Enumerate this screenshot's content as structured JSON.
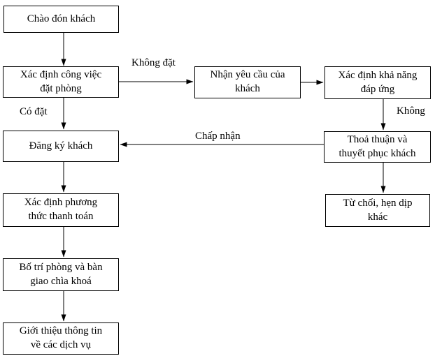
{
  "diagram": {
    "type": "flowchart",
    "language": "vi",
    "colors": {
      "background": "#ffffff",
      "border": "#000000",
      "text": "#000000",
      "arrow": "#000000"
    },
    "nodes": [
      {
        "id": "welcome",
        "label": "Chào đón khách"
      },
      {
        "id": "check-booking",
        "label": "Xác định công việc\nđặt phòng"
      },
      {
        "id": "receive-request",
        "label": "Nhận yêu cầu của\nkhách"
      },
      {
        "id": "check-availability",
        "label": "Xác định khả năng\nđáp ứng"
      },
      {
        "id": "register-guest",
        "label": "Đăng ký khách"
      },
      {
        "id": "negotiate",
        "label": "Thoả thuận và\nthuyết phục khách"
      },
      {
        "id": "payment-method",
        "label": "Xác định phương\nthức thanh toán"
      },
      {
        "id": "refuse",
        "label": "Từ chối, hẹn dịp\nkhác"
      },
      {
        "id": "assign-room",
        "label": "Bố trí phòng và bàn\ngiao chìa khoá"
      },
      {
        "id": "introduce-services",
        "label": "Giới thiệu thông tin\nvề các dịch vụ"
      }
    ],
    "edge_labels": {
      "khong_dat": "Không đặt",
      "co_dat": "Có đặt",
      "khong": "Không",
      "chap_nhan": "Chấp nhận"
    },
    "edges": [
      {
        "from": "welcome",
        "to": "check-booking",
        "label": ""
      },
      {
        "from": "check-booking",
        "to": "receive-request",
        "label": "Không đặt"
      },
      {
        "from": "receive-request",
        "to": "check-availability",
        "label": ""
      },
      {
        "from": "check-availability",
        "to": "negotiate",
        "label": "Không"
      },
      {
        "from": "negotiate",
        "to": "register-guest",
        "label": "Chấp nhận"
      },
      {
        "from": "negotiate",
        "to": "refuse",
        "label": ""
      },
      {
        "from": "check-booking",
        "to": "register-guest",
        "label": "Có đặt"
      },
      {
        "from": "register-guest",
        "to": "payment-method",
        "label": ""
      },
      {
        "from": "payment-method",
        "to": "assign-room",
        "label": ""
      },
      {
        "from": "assign-room",
        "to": "introduce-services",
        "label": ""
      }
    ]
  }
}
